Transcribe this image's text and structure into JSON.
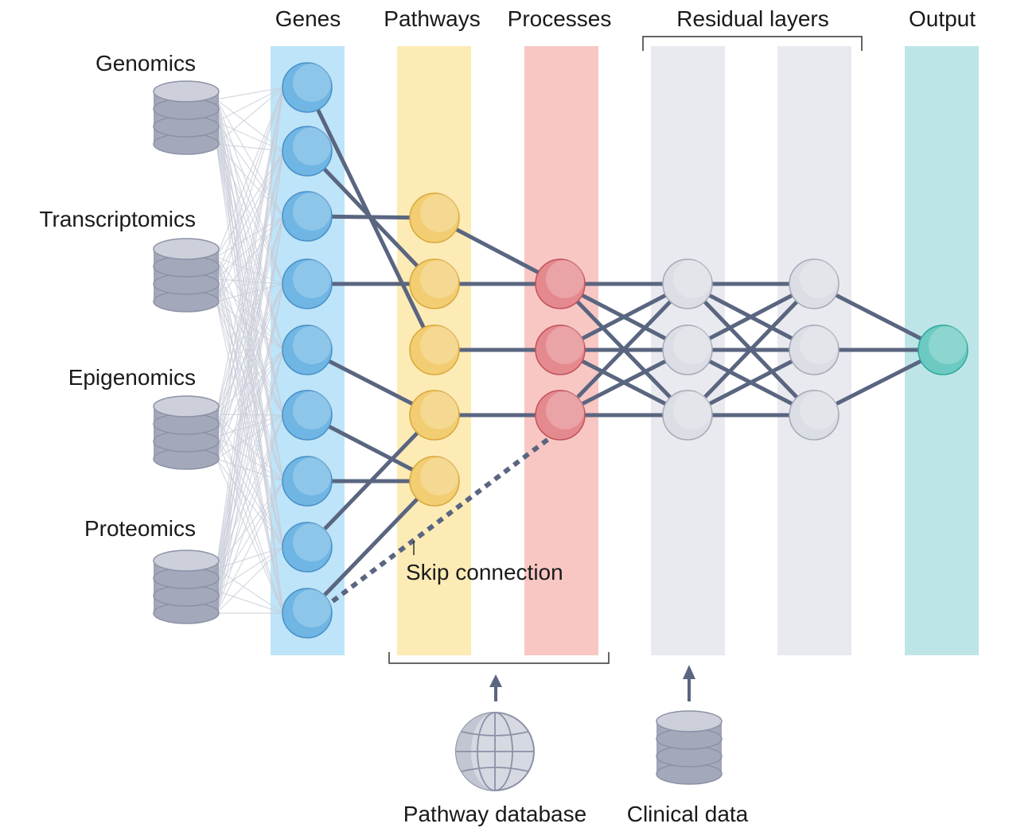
{
  "columns": {
    "genes": "Genes",
    "pathways": "Pathways",
    "processes": "Processes",
    "residual": "Residual layers",
    "output": "Output"
  },
  "inputs": {
    "genomics": "Genomics",
    "transcriptomics": "Transcriptomics",
    "epigenomics": "Epigenomics",
    "proteomics": "Proteomics"
  },
  "annotations": {
    "skip_connection": "Skip connection",
    "pathway_database": "Pathway database",
    "clinical_data": "Clinical data"
  },
  "colors": {
    "genes_band": "#bde4f8",
    "pathways_band": "#fdebb6",
    "processes_band": "#f8c7c4",
    "residual_band": "#e9eaef",
    "output_band": "#bde5e8",
    "gene_node": "#6fb6e4",
    "pathway_node": "#f2cd72",
    "process_node": "#e48a8e",
    "residual_node": "#dcdee6",
    "output_node": "#6dcac2",
    "edge": "#5a6580",
    "thin_edge": "#c8ccd8",
    "database": "#aab0c2"
  }
}
